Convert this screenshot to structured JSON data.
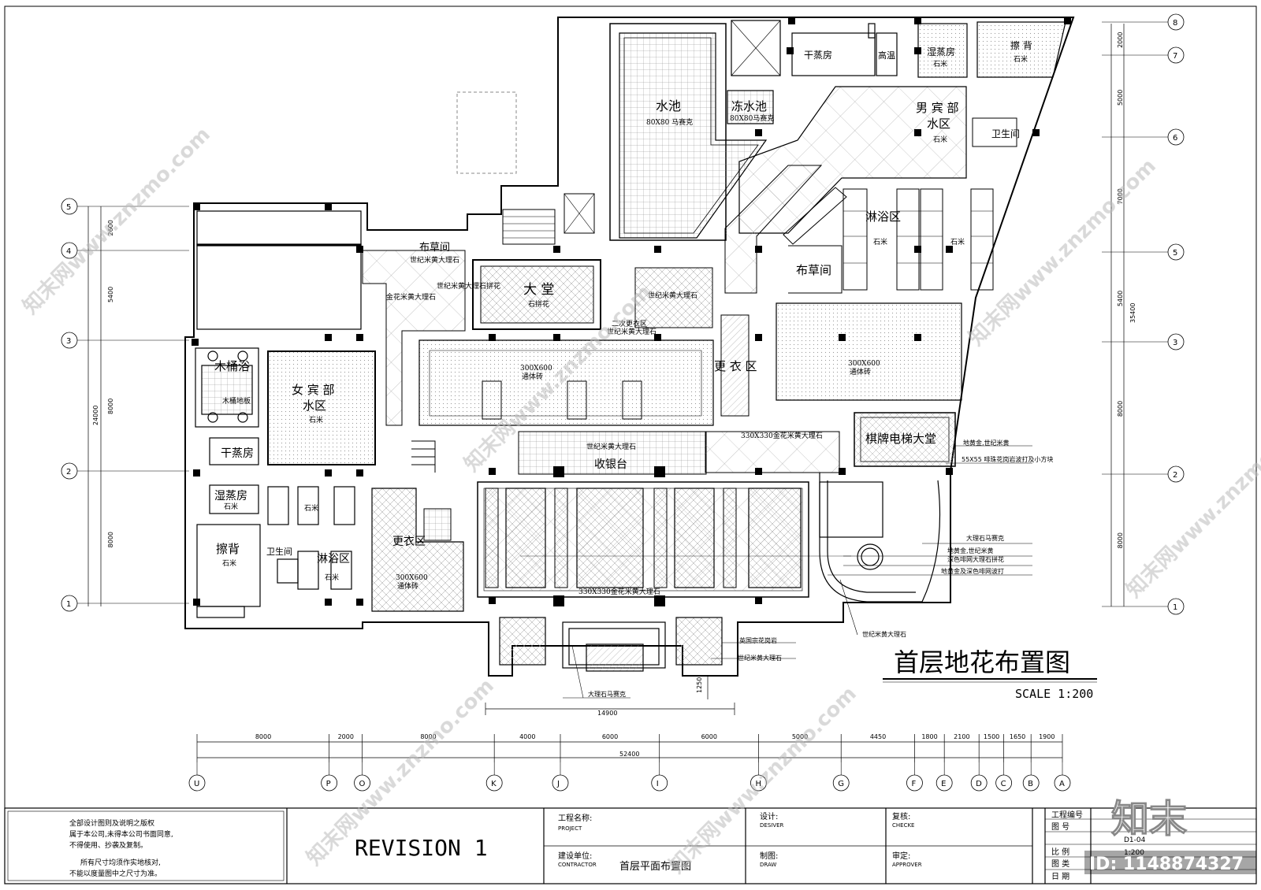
{
  "drawing": {
    "title": "首层地花布置图",
    "scale": "SCALE 1:200"
  },
  "rooms": {
    "pool": "水池",
    "pool_mat": "80X80 马赛克",
    "cold_pool": "冻水池",
    "cold_pool_mat": "80X80马赛克",
    "dry_sauna_m": "干蒸房",
    "high_temp": "高温",
    "wet_sauna_m": "湿蒸房",
    "wet_sauna_m_mat": "石米",
    "scrub_m": "擦 背",
    "scrub_m_mat": "石米",
    "male_wet_l1": "男 宾 部",
    "male_wet_l2": "水区",
    "male_wet_mat": "石米",
    "wc_m": "卫生间",
    "shower_m": "淋浴区",
    "shower_m_mat_a": "石米",
    "shower_m_mat_b": "石米",
    "linen_m": "布草间",
    "linen_top": "布草间",
    "linen_top_mat": "世纪米黄大理石",
    "gold_marble": "金花米黄大理石",
    "century_mosaic": "世纪米黄大理石拼花",
    "lobby": "大 堂",
    "lobby_mat": "石拼花",
    "century_marble_a": "世纪米黄大理石",
    "second_locker_l1": "二次更衣区",
    "second_locker_l2": "世纪米黄大理石",
    "locker_m": "更 衣 区",
    "tile_a_l1": "300X600",
    "tile_a_l2": "通体砖",
    "tile_b_l1": "300X600",
    "tile_b_l2": "通体砖",
    "gold_330": "330X330金花米黄大理石",
    "chess_lobby": "棋牌电梯大堂",
    "century_marble_b": "世纪米黄大理石",
    "cashier": "收银台",
    "wood_bath": "木桶浴",
    "wood_floor": "木桶地板",
    "female_wet_l1": "女 宾 部",
    "female_wet_l2": "水区",
    "female_wet_mat": "石米",
    "dry_sauna_f": "干蒸房",
    "wet_sauna_f": "湿蒸房",
    "wet_sauna_f_mat": "石米",
    "female_stone": "石米",
    "scrub_f": "擦背",
    "scrub_f_mat": "石米",
    "wc_f": "卫生间",
    "shower_f": "淋浴区",
    "shower_f_mat": "石米",
    "locker_f": "更衣区",
    "locker_f_tile_l1": "300X600",
    "locker_f_tile_l2": "通体砖",
    "entrance_330": "330X330金花米黄大理石"
  },
  "callouts": {
    "c1": "地黄金,世纪米黄",
    "c2": "55X55 啡珠花岗岩波打及小方块",
    "c3": "大理石马赛克",
    "c4": "地黄金,世纪米黄",
    "c5": "深色啡网大理石拼花",
    "c6": "地黄金及深色啡网波打",
    "c7": "世纪米黄大理石",
    "c8": "英国宗花岗岩",
    "c9": "世纪米黄大理石",
    "c10": "大理石马赛克"
  },
  "dims": {
    "bottom_segments": [
      "8000",
      "2000",
      "8000",
      "4000",
      "6000",
      "6000",
      "5000",
      "4450",
      "1800",
      "2100",
      "1500",
      "1650",
      "1900"
    ],
    "bottom_total": "52400",
    "entrance_width": "14900",
    "entrance_depth": "1250",
    "left_segments": [
      "2600",
      "5400",
      "8000",
      "8000"
    ],
    "left_total": "24000",
    "right_segments": [
      "2000",
      "5000",
      "7000",
      "5400",
      "8000",
      "8000"
    ],
    "right_total": "35400"
  },
  "grid": {
    "columns": [
      "U",
      "P",
      "O",
      "K",
      "J",
      "I",
      "H",
      "G",
      "F",
      "E",
      "D",
      "C",
      "B",
      "A"
    ],
    "rows_left": [
      "5",
      "4",
      "3",
      "2",
      "1"
    ],
    "rows_right": [
      "8",
      "7",
      "6",
      "5",
      "3",
      "2",
      "1"
    ]
  },
  "title_block": {
    "copyright": [
      "全部设计图则及说明之版权",
      "属于本公司,未得本公司书面同意,",
      "不得使用、抄袭及复制。",
      "所有尺寸均须作实地核对,",
      "不能以度量图中之尺寸为准。"
    ],
    "revision": "REVISION 1",
    "project_label": "工程名称:",
    "project_en": "PROJECT",
    "contractor_label": "建设单位:",
    "contractor_en": "CONTRACTOR",
    "drawing_name": "首层平面布置图",
    "design_label": "设计:",
    "design_en": "DESIVER",
    "draw_label": "制图:",
    "draw_en": "DRAW",
    "check_label": "复核:",
    "check_en": "CHECKE",
    "approve_label": "审定:",
    "approve_en": "APPROVER",
    "job_no_label": "工程编号",
    "dwg_no_label": "图 号",
    "dwg_no": "D1-04",
    "ratio_label": "比 例",
    "ratio": "1:200",
    "category_label": "图 类",
    "date_label": "日 期"
  },
  "watermark": {
    "logo": "知末",
    "id": "ID: 1148874327",
    "site": "知末网www.znzmo.com"
  }
}
